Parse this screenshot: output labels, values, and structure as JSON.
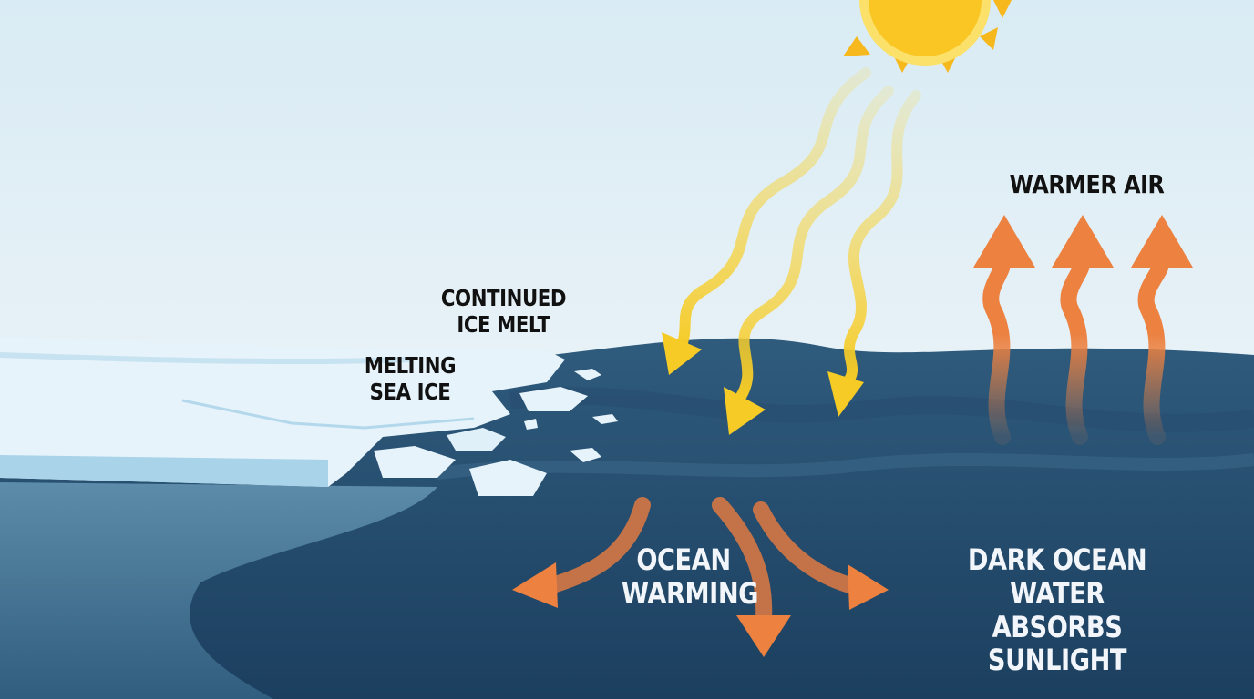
{
  "labels": {
    "continued_ice_melt": [
      "CONTINUED",
      "ICE MELT"
    ],
    "melting_sea_ice": [
      "MELTING",
      "SEA ICE"
    ],
    "warmer_air": "WARMER AIR",
    "ocean_warming": [
      "OCEAN",
      "WARMING"
    ],
    "dark_ocean": [
      "DARK OCEAN WATER",
      "ABSORBS SUNLIGHT"
    ]
  },
  "colors": {
    "sky_top": "#dfeef6",
    "sky_bottom": "#f4f8fa",
    "ocean_surface": "#2e5a7c",
    "ocean_deep": "#1f4566",
    "ice": "#e6f3fa",
    "sun": "#f9c623",
    "sunlight_arrow": "#f6cd2e",
    "heat_arrow": "#ec8140"
  }
}
